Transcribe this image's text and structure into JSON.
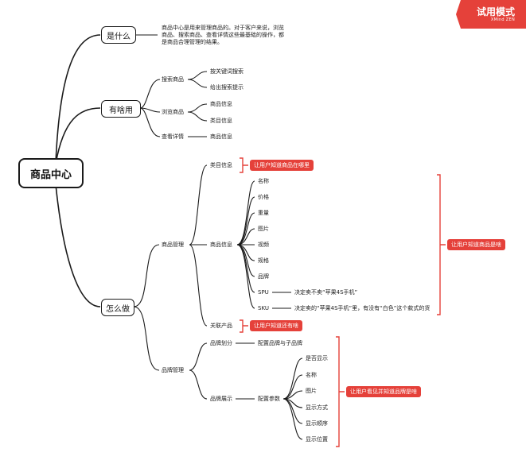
{
  "watermark": {
    "title": "试用模式",
    "subtitle": "XMind ZEN"
  },
  "root": "商品中心",
  "what": {
    "label": "是什么",
    "text": "商品中心是用来管理商品的。对于客户来说，浏览商品、搜索商品、查看详情这些最基础的操作，都是商品合理管理的结果。"
  },
  "use": {
    "label": "有啥用",
    "search": {
      "label": "搜索商品",
      "items": [
        "按关键词搜索",
        "给出搜索提示"
      ]
    },
    "browse": {
      "label": "浏览商品",
      "items": [
        "商品信息",
        "类目信息"
      ]
    },
    "detail": {
      "label": "查看详情",
      "items": [
        "商品信息"
      ]
    }
  },
  "how": {
    "label": "怎么做",
    "goods": {
      "label": "商品管理",
      "category": {
        "label": "类目信息",
        "tag": "让用户知道商品在哪里"
      },
      "info": {
        "label": "商品信息",
        "items": [
          "名称",
          "价格",
          "重量",
          "图片",
          "视频",
          "规格",
          "品牌",
          "SPU",
          "SKU"
        ],
        "spu_desc": "决定卖不卖“苹果4S手机”",
        "sku_desc": "决定卖的“苹果4S手机”里，有没有“白色”这个款式的货",
        "tag": "让用户知道商品是啥"
      },
      "related": {
        "label": "关联产品",
        "tag": "让用户知道还有啥"
      }
    },
    "brand": {
      "label": "品牌管理",
      "divide": {
        "label": "品牌划分",
        "child": "配置品牌与子品牌"
      },
      "display": {
        "label": "品牌展示",
        "config": "配置参数",
        "items": [
          "是否显示",
          "名称",
          "图片",
          "显示方式",
          "显示顺序",
          "显示位置"
        ],
        "tag": "让用户看见并知道品牌是啥"
      }
    }
  }
}
